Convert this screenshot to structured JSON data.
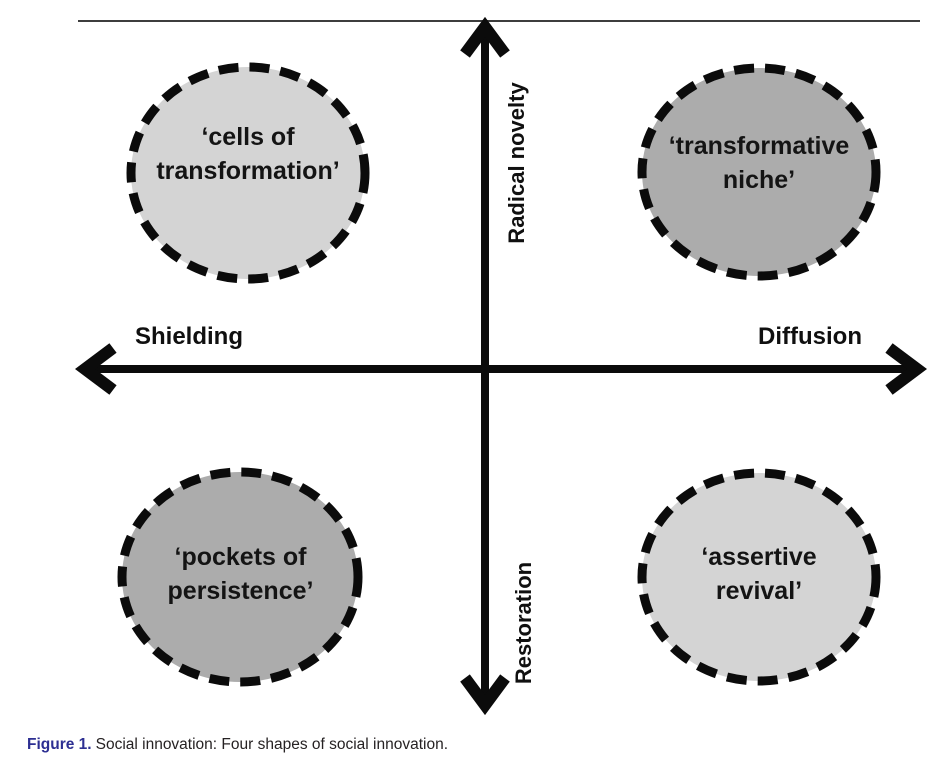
{
  "figure": {
    "axes": {
      "vertical_top_label": "Radical novelty",
      "vertical_bottom_label": "Restoration",
      "horizontal_left_label": "Shielding",
      "horizontal_right_label": "Diffusion"
    },
    "quadrants": [
      {
        "position": "top-left",
        "line1": "‘cells of",
        "line2": "transformation’",
        "fill": "#d4d4d4"
      },
      {
        "position": "top-right",
        "line1": "‘transformative",
        "line2": "niche’",
        "fill": "#acacac"
      },
      {
        "position": "bottom-left",
        "line1": "‘pockets of",
        "line2": "persistence’",
        "fill": "#acacac"
      },
      {
        "position": "bottom-right",
        "line1": "‘assertive",
        "line2": "revival’",
        "fill": "#d4d4d4"
      }
    ],
    "caption": {
      "label": "Figure 1.",
      "text": "Social innovation: Four shapes of social innovation."
    },
    "colors": {
      "axis_stroke": "#0b0b0b",
      "circle_stroke": "#0b0b0b",
      "top_rule": "#3d3d3d",
      "caption_accent": "#2d2f92"
    }
  }
}
